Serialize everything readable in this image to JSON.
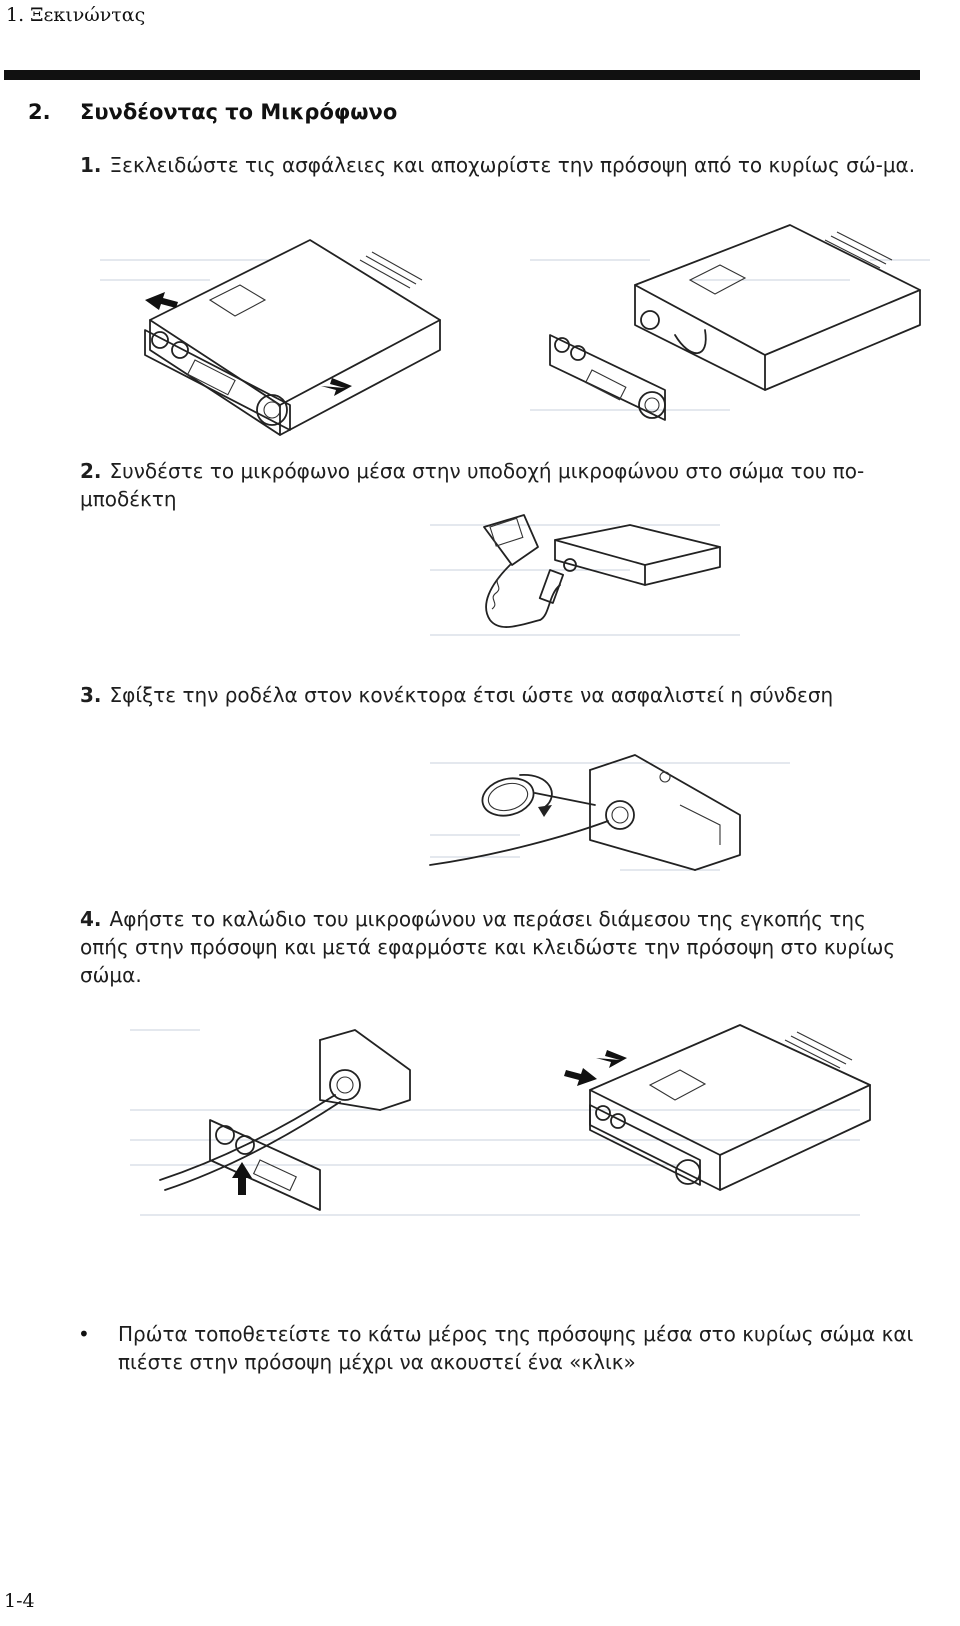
{
  "header": {
    "chapter": "1. Ξεκινώντας"
  },
  "section": {
    "number": "2.",
    "title": "Συνδέοντας το Μικρόφωνο"
  },
  "steps": [
    {
      "number": "1.",
      "text": "Ξεκλειδώστε τις ασφάλειες και αποχωρίστε την πρόσοψη από το κυρίως σώ-μα."
    },
    {
      "number": "2.",
      "text": "Συνδέστε το μικρόφωνο μέσα στην υποδοχή μικροφώνου στο σώμα του πο-μποδέκτη"
    },
    {
      "number": "3.",
      "text": "Σφίξτε την ροδέλα στον κονέκτορα έτσι ώστε να ασφαλιστεί η σύνδεση"
    },
    {
      "number": "4.",
      "text": "Αφήστε το καλώδιο του μικροφώνου να περάσει διάμεσου της εγκοπής της οπής στην πρόσοψη και μετά εφαρμόστε και κλειδώστε την πρόσοψη στο κυρίως σώμα."
    }
  ],
  "note": {
    "bullet": "•",
    "text": "Πρώτα τοποθετείστε το κάτω μέρος της πρόσοψης  μέσα στο κυρίως σώμα και πιέστε στην πρόσοψη μέχρι να ακουστεί ένα «κλικ»"
  },
  "footer": {
    "page_number": "1-4"
  }
}
